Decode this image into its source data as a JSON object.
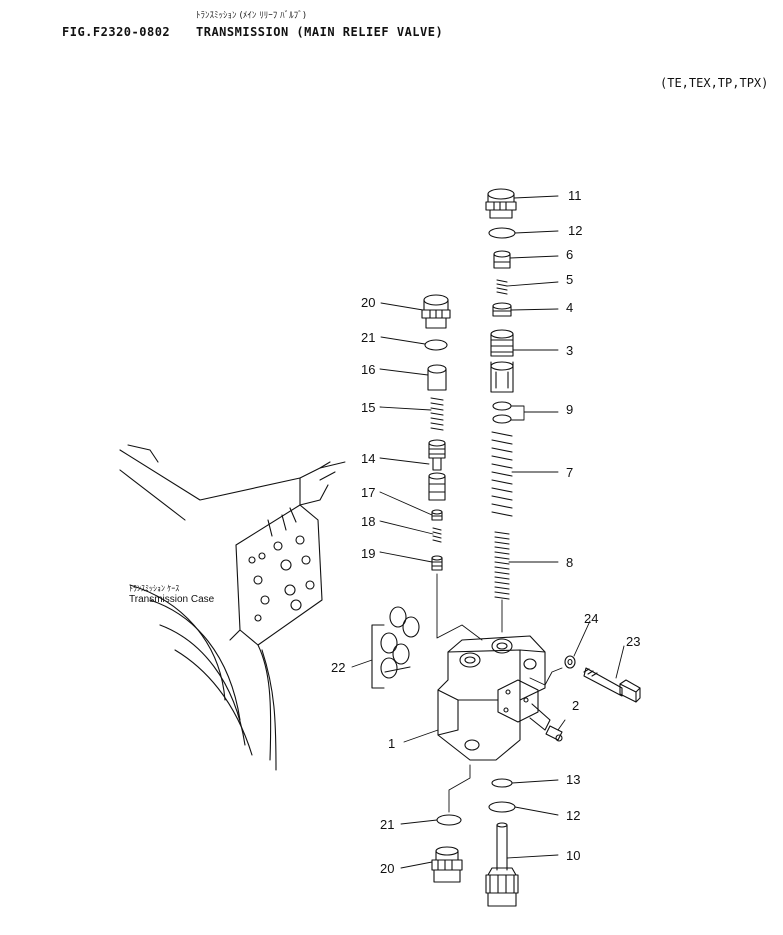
{
  "header": {
    "japanese_title": "ﾄﾗﾝｽﾐｯｼｮﾝ (ﾒｲﾝ ﾘﾘｰﾌ ﾊﾞﾙﾌﾞ)",
    "figure_number": "FIG.F2320-0802",
    "title": "TRANSMISSION (MAIN RELIEF VALVE)",
    "applicable_models": "(TE,TEX,TP,TPX)"
  },
  "case_label": {
    "japanese": "ﾄﾗﾝｽﾐｯｼｮﾝ ｹｰｽ",
    "english": "Transmission Case"
  },
  "callouts": {
    "c1": "1",
    "c2": "2",
    "c3": "3",
    "c4": "4",
    "c5": "5",
    "c6": "6",
    "c7": "7",
    "c8": "8",
    "c9": "9",
    "c10": "10",
    "c11": "11",
    "c12a": "12",
    "c12b": "12",
    "c13": "13",
    "c14": "14",
    "c15": "15",
    "c16": "16",
    "c17": "17",
    "c18": "18",
    "c19": "19",
    "c20a": "20",
    "c20b": "20",
    "c21a": "21",
    "c21b": "21",
    "c22": "22",
    "c23": "23",
    "c24": "24"
  }
}
